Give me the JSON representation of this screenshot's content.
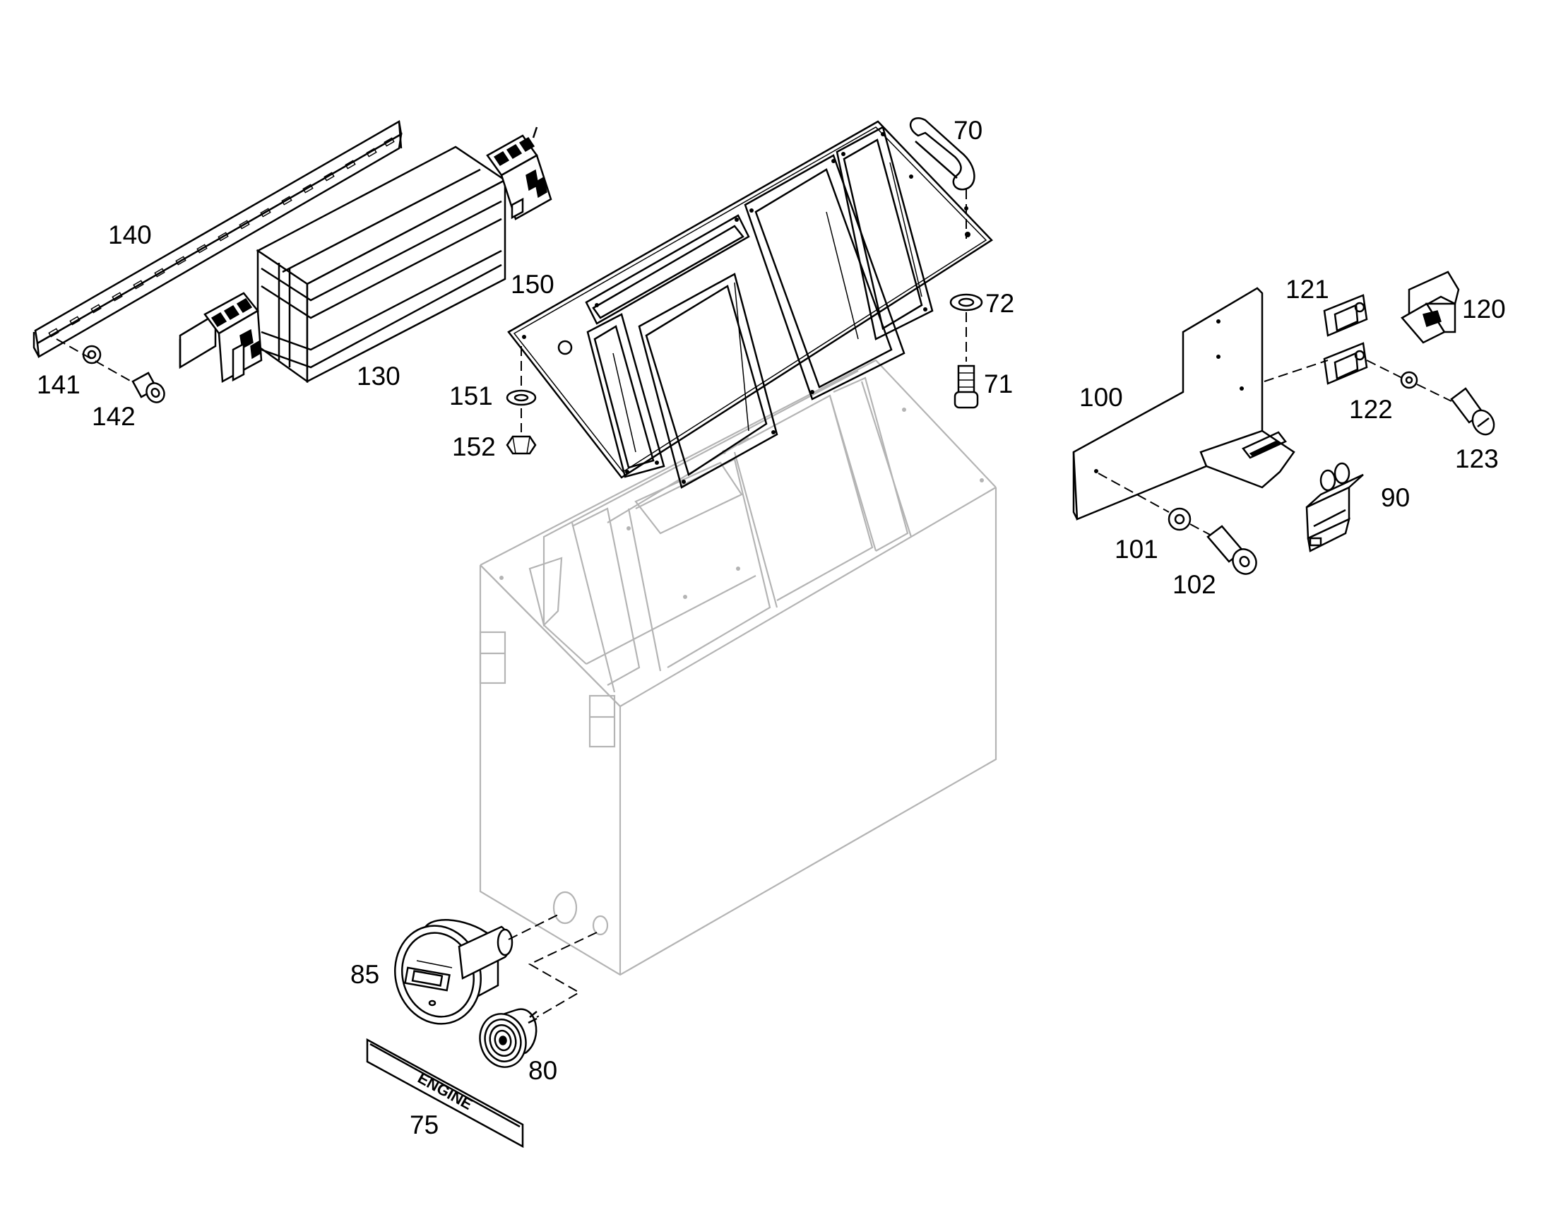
{
  "labels": {
    "p70": "70",
    "p71": "71",
    "p72": "72",
    "p75": "75",
    "p80": "80",
    "p85": "85",
    "p90": "90",
    "p100": "100",
    "p101": "101",
    "p102": "102",
    "p120": "120",
    "p121": "121",
    "p122": "122",
    "p123": "123",
    "p130": "130",
    "p140": "140",
    "p141": "141",
    "p142": "142",
    "p150": "150",
    "p151": "151",
    "p152": "152"
  },
  "label_plate_text": "ENGINE",
  "colors": {
    "line": "#000000",
    "housing_line": "#b4b4b4",
    "background": "#ffffff"
  }
}
